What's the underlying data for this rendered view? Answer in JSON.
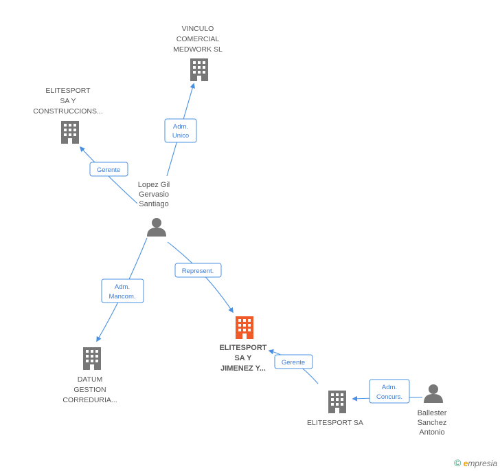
{
  "nodes": {
    "vinculo": {
      "lines": [
        "VINCULO",
        "COMERCIAL",
        "MEDWORK SL"
      ]
    },
    "elitesport_construcciones": {
      "lines": [
        "ELITESPORT",
        "SA Y",
        "CONSTRUCCIONS..."
      ]
    },
    "lopez": {
      "lines": [
        "Lopez Gil",
        "Gervasio",
        "Santiago"
      ]
    },
    "elitesport_jimenez": {
      "lines": [
        "ELITESPORT",
        "SA Y",
        "JIMENEZ Y..."
      ]
    },
    "datum": {
      "lines": [
        "DATUM",
        "GESTION",
        "CORREDURIA..."
      ]
    },
    "elitesport_sa": {
      "lines": [
        "ELITESPORT SA"
      ]
    },
    "ballester": {
      "lines": [
        "Ballester",
        "Sanchez",
        "Antonio"
      ]
    }
  },
  "relations": {
    "adm_unico": [
      "Adm.",
      "Unico"
    ],
    "gerente_1": [
      "Gerente"
    ],
    "represent": [
      "Represent."
    ],
    "adm_mancom": [
      "Adm.",
      "Mancom."
    ],
    "gerente_2": [
      "Gerente"
    ],
    "adm_concurs": [
      "Adm.",
      "Concurs."
    ]
  },
  "colors": {
    "edge": "#4a90e2",
    "building": "#777777",
    "building_main": "#f05a28",
    "person": "#777777"
  },
  "icons": {
    "company": "building-icon",
    "person": "person-icon"
  },
  "brand": {
    "copyright": "©",
    "e": "e",
    "name": "mpresia"
  }
}
